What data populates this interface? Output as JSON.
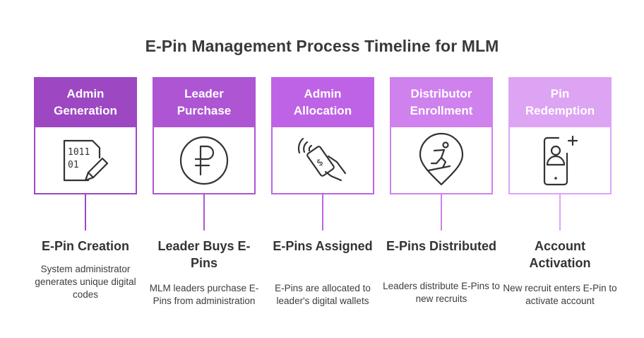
{
  "title": "E-Pin Management Process Timeline for MLM",
  "steps": [
    {
      "header": "Admin\nGeneration",
      "color": "#9d48c2",
      "icon": "binary-document-edit-icon",
      "title": "E-Pin Creation",
      "description": "System administrator generates unique digital codes"
    },
    {
      "header": "Leader\nPurchase",
      "color": "#ae55d3",
      "icon": "ruble-coin-icon",
      "title": "Leader Buys E-Pins",
      "description": "MLM leaders purchase E-Pins from administration"
    },
    {
      "header": "Admin\nAllocation",
      "color": "#bf63e6",
      "icon": "contactless-card-payment-icon",
      "title": "E-Pins Assigned",
      "description": "E-Pins are allocated to leader's digital wallets"
    },
    {
      "header": "Distributor\nEnrollment",
      "color": "#cf81ee",
      "icon": "location-pin-skier-icon",
      "title": "E-Pins Distributed",
      "description": "Leaders distribute E-Pins to new recruits"
    },
    {
      "header": "Pin\nRedemption",
      "color": "#dea4f4",
      "icon": "phone-add-user-icon",
      "title": "Account Activation",
      "description": "New recruit enters E-Pin to activate account"
    }
  ]
}
